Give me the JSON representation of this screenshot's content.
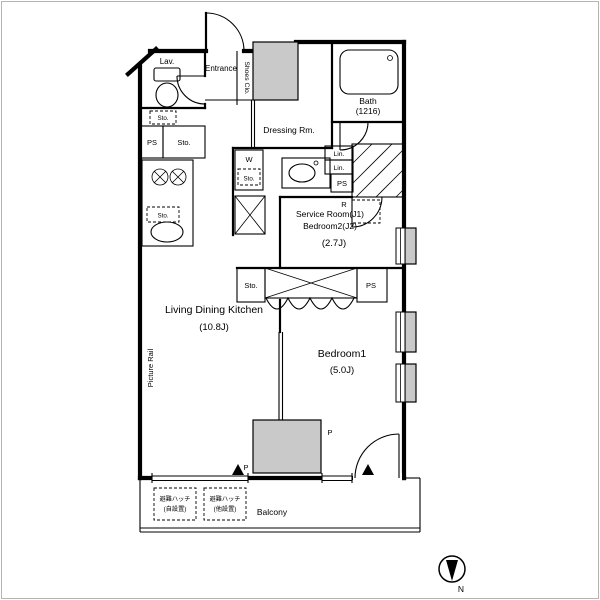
{
  "floorplan": {
    "rooms": {
      "lav": "Lav.",
      "entrance": "Entrance",
      "shoes_closet": "Shoes Clo.",
      "bath_name": "Bath",
      "bath_size": "(1216)",
      "dressing": "Dressing Rm.",
      "service_line1": "Service Room(J1)",
      "service_line2": "Bedroom2(J2)",
      "service_size": "(2.7J)",
      "ldk_name": "Living Dining Kitchen",
      "ldk_size": "(10.8J)",
      "bedroom1_name": "Bedroom1",
      "bedroom1_size": "(5.0J)",
      "balcony": "Balcony",
      "picture_rail": "Picture Rail"
    },
    "labels": {
      "ps": "PS",
      "sto": "Sto.",
      "washer": "W",
      "fridge": "R",
      "linen": "Lin.",
      "pillar": "P"
    },
    "annotations": {
      "hatch_title": "避難ハッチ",
      "hatch_sub_a": "(自設置)",
      "hatch_sub_b": "(他設置)",
      "compass_north": "N"
    },
    "colors": {
      "wall": "#000000",
      "shaft_fill": "#c9c9c9",
      "background": "#ffffff"
    }
  }
}
